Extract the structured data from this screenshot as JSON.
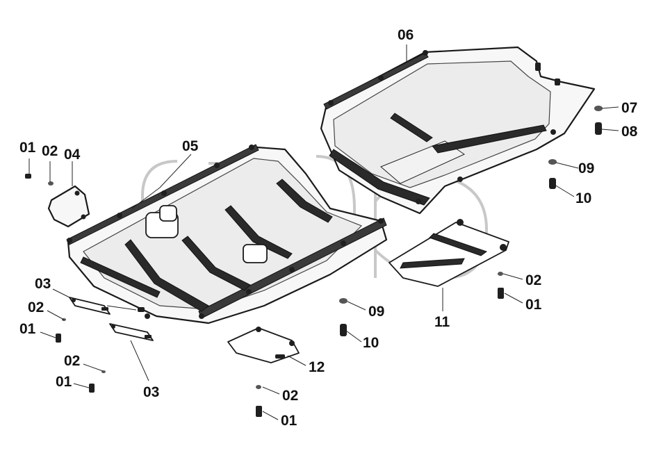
{
  "diagram": {
    "watermark_mark": "TM",
    "callouts": [
      {
        "id": "c-01-a",
        "text": "01"
      },
      {
        "id": "c-02-a",
        "text": "02"
      },
      {
        "id": "c-04",
        "text": "04"
      },
      {
        "id": "c-05",
        "text": "05"
      },
      {
        "id": "c-06",
        "text": "06"
      },
      {
        "id": "c-07",
        "text": "07"
      },
      {
        "id": "c-08",
        "text": "08"
      },
      {
        "id": "c-09-a",
        "text": "09"
      },
      {
        "id": "c-10-a",
        "text": "10"
      },
      {
        "id": "c-03-a",
        "text": "03"
      },
      {
        "id": "c-02-b",
        "text": "02"
      },
      {
        "id": "c-01-b",
        "text": "01"
      },
      {
        "id": "c-02-c",
        "text": "02"
      },
      {
        "id": "c-01-c",
        "text": "01"
      },
      {
        "id": "c-03-b",
        "text": "03"
      },
      {
        "id": "c-09-b",
        "text": "09"
      },
      {
        "id": "c-10-b",
        "text": "10"
      },
      {
        "id": "c-12",
        "text": "12"
      },
      {
        "id": "c-02-d",
        "text": "02"
      },
      {
        "id": "c-01-d",
        "text": "01"
      },
      {
        "id": "c-11",
        "text": "11"
      },
      {
        "id": "c-02-e",
        "text": "02"
      },
      {
        "id": "c-01-e",
        "text": "01"
      }
    ]
  }
}
